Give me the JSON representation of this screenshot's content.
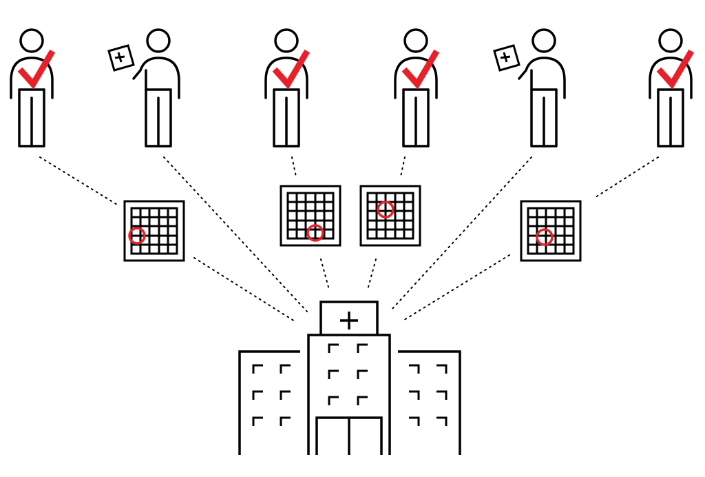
{
  "colors": {
    "line": "#000000",
    "accent": "#e8202a",
    "background": "#ffffff"
  },
  "people": [
    {
      "id": "person-1",
      "marker": "checkmark-icon"
    },
    {
      "id": "person-2",
      "marker": "clipboard-icon"
    },
    {
      "id": "person-3",
      "marker": "checkmark-icon"
    },
    {
      "id": "person-4",
      "marker": "checkmark-icon"
    },
    {
      "id": "person-5",
      "marker": "clipboard-icon"
    },
    {
      "id": "person-6",
      "marker": "checkmark-icon"
    }
  ],
  "grids": [
    {
      "id": "grid-1",
      "highlight": "circle-marker-icon"
    },
    {
      "id": "grid-2",
      "highlight": "circle-marker-icon"
    },
    {
      "id": "grid-3",
      "highlight": "circle-marker-icon"
    },
    {
      "id": "grid-4",
      "highlight": "circle-marker-icon"
    }
  ],
  "center": {
    "icon": "hospital-icon",
    "symbol": "plus-icon"
  }
}
